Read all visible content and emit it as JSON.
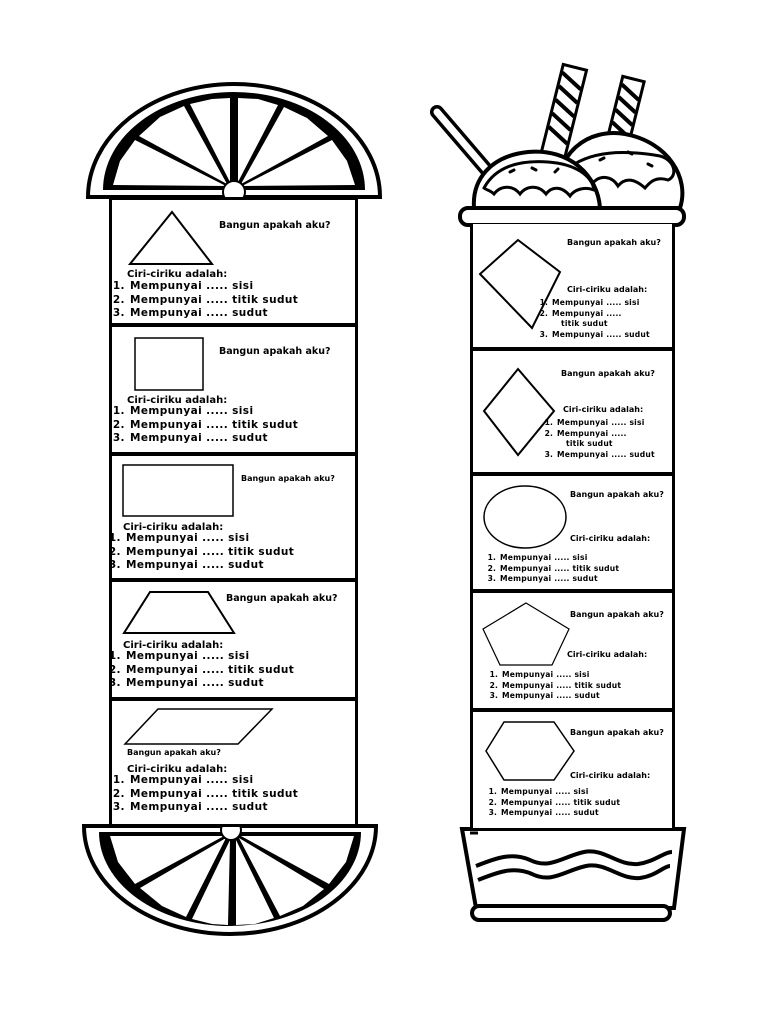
{
  "question": "Bangun apakah aku?",
  "traits_label": "Ciri-ciriku adalah:",
  "item_sisi": "Mempunyai ..... sisi",
  "item_titik": "Mempunyai ..... titik sudut",
  "item_sudut": "Mempunyai ..... sudut",
  "item_mempunyai_split": "Mempunyai .....",
  "item_titik_split": "titik sudut",
  "left_cards": [
    {
      "shape": "triangle-icon"
    },
    {
      "shape": "square-icon"
    },
    {
      "shape": "rectangle-icon"
    },
    {
      "shape": "trapezoid-icon"
    },
    {
      "shape": "parallelogram-icon"
    }
  ],
  "right_cards": [
    {
      "shape": "kite-icon"
    },
    {
      "shape": "rhombus-icon"
    },
    {
      "shape": "ellipse-icon"
    },
    {
      "shape": "pentagon-icon"
    },
    {
      "shape": "hexagon-icon"
    }
  ],
  "decorations": [
    "orange-slice-icon",
    "ice-cream-sundae-icon",
    "wafer-straw-icon"
  ]
}
